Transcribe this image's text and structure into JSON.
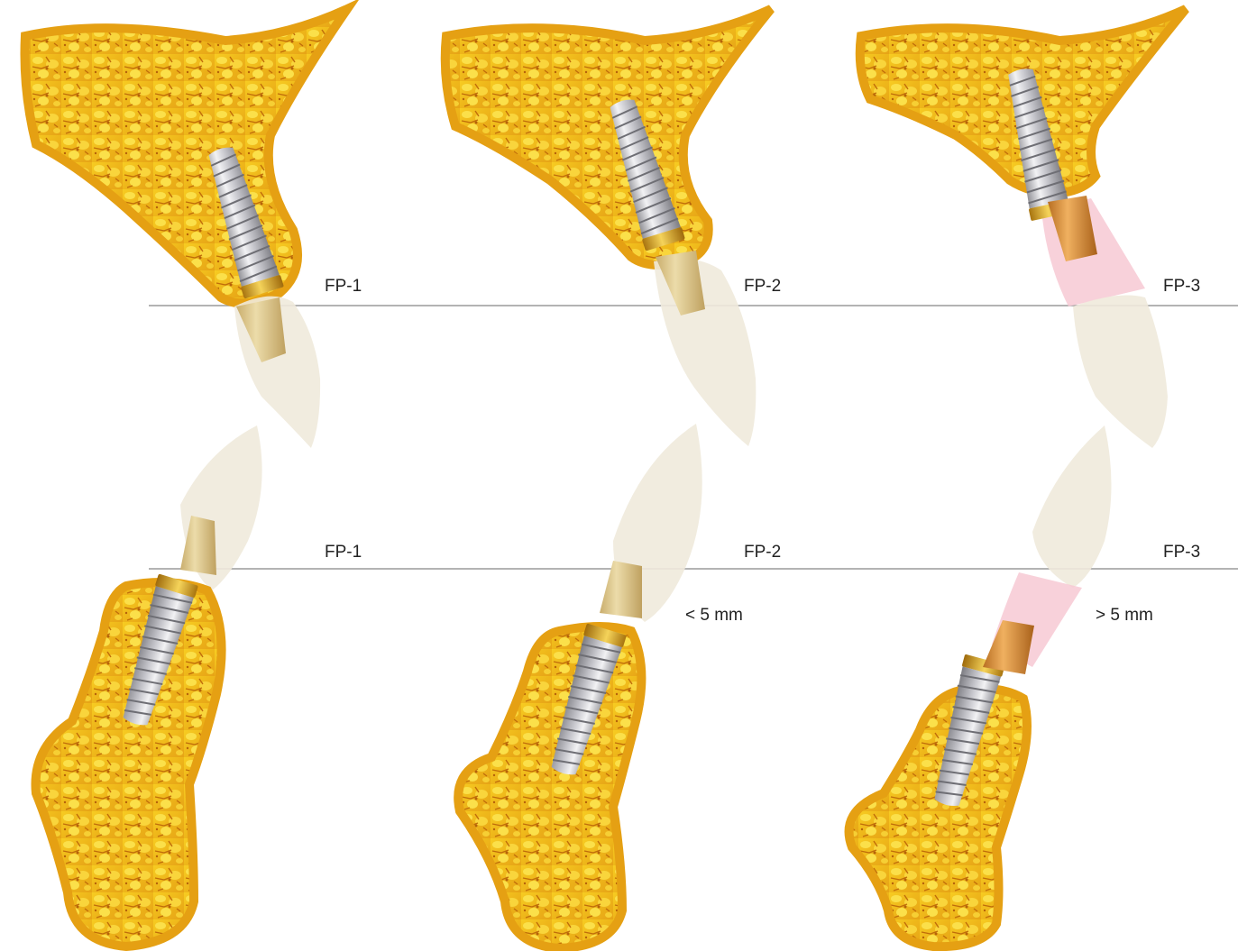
{
  "labels": {
    "top_fp1": "FP-1",
    "top_fp2": "FP-2",
    "top_fp3": "FP-3",
    "bottom_fp1": "FP-1",
    "bottom_fp2": "FP-2",
    "bottom_fp3": "FP-3",
    "gap_less": "< 5 mm",
    "gap_more": "> 5 mm"
  },
  "colors": {
    "bone_outer": "#e8a413",
    "bone_inner": "#f2c21a",
    "bone_pore": "#c9780c",
    "crown": "#efeadb",
    "abutment": "#dcc58a",
    "abutment_fp3": "#d9913c",
    "collar": "#d8a12a",
    "implant": "#c8c8cc",
    "pink_tissue": "#f7c9d4",
    "line": "#9a9a9a"
  },
  "icons": [
    "bone-graphic",
    "implant-graphic",
    "abutment-graphic",
    "crown-graphic",
    "pink-tissue-graphic"
  ]
}
